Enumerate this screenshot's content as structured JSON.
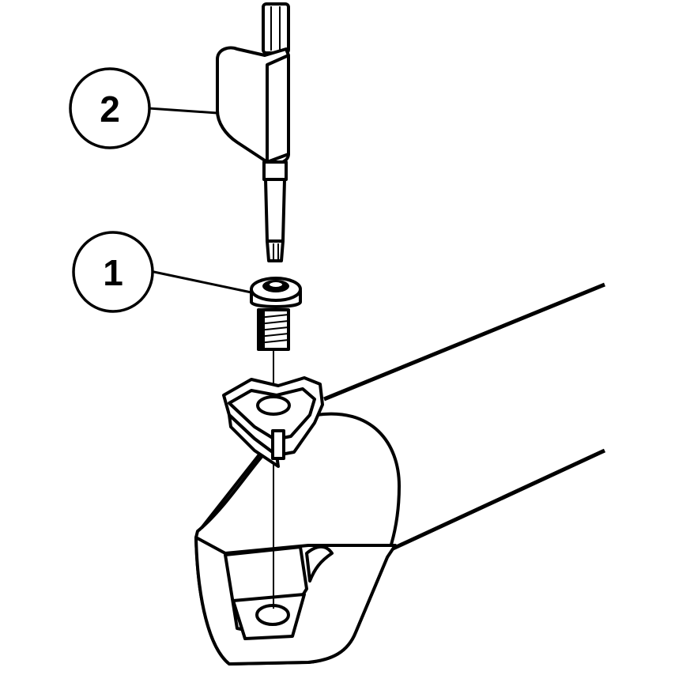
{
  "callouts": [
    {
      "id": "callout-2",
      "label": "2"
    },
    {
      "id": "callout-1",
      "label": "1"
    }
  ],
  "colors": {
    "ink": "#000000",
    "paper": "#ffffff"
  },
  "parts": [
    "torx-key-icon",
    "insert-screw-icon",
    "threading-insert-icon",
    "tool-holder-icon"
  ]
}
